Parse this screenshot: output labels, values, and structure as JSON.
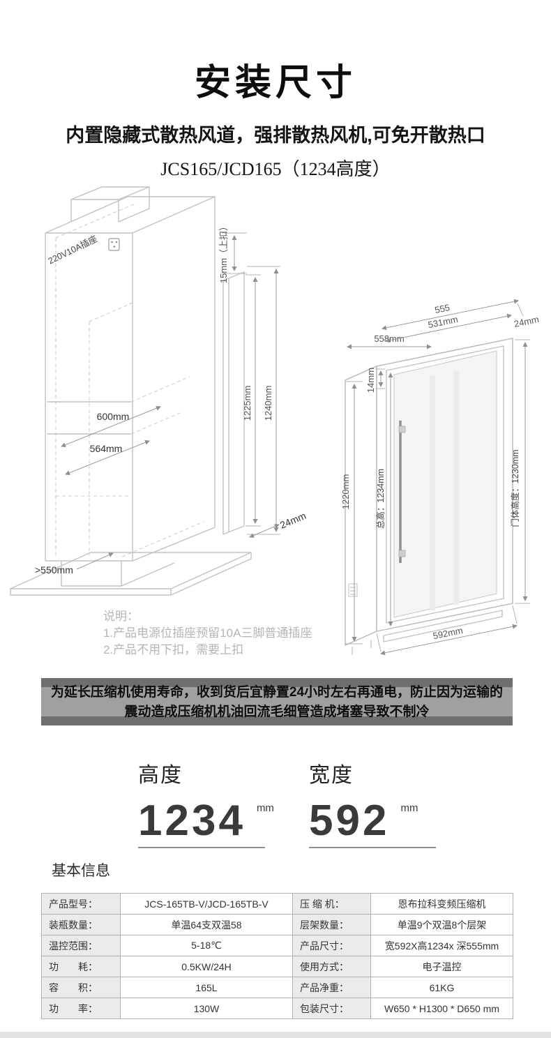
{
  "page": {
    "title": "安装尺寸",
    "subtitle": "内置隐藏式散热风道，强排散热风机,可免开散热口",
    "model_line": "JCS165/JCD165（1234高度）"
  },
  "diagram_left": {
    "socket_label": "220V10A插座",
    "dim_top": "15mm（上扣）",
    "dim_1225": "1225mm",
    "dim_1240": "1240mm",
    "dim_600": "600mm",
    "dim_564": "564mm",
    "dim_24": "24mm",
    "dim_floor": ">550mm"
  },
  "diagram_right": {
    "dim_555": "555",
    "dim_531": "531mm",
    "dim_558": "558mm",
    "dim_24": "24mm",
    "dim_14": "14mm",
    "dim_1220": "1220mm",
    "dim_total": "总高：1234mm",
    "dim_door": "门体高度：1230mm",
    "dim_592": "592mm"
  },
  "notes": {
    "heading": "说明：",
    "line1": "1.产品电源位插座预留10A三脚普通插座",
    "line2": "2.产品不用下扣，需要上扣"
  },
  "warning": {
    "line1": "为延长压缩机使用寿命，收到货后宜静置24小时左右再通电，防止因为运输的",
    "line2": "震动造成压缩机机油回流毛细管造成堵塞导致不制冷"
  },
  "dimensions": {
    "height_label": "高度",
    "height_value": "1234",
    "height_unit": "mm",
    "width_label": "宽度",
    "width_value": "592",
    "width_unit": "mm"
  },
  "basic_info": {
    "heading": "基本信息",
    "rows": [
      {
        "label1": "产品型号：",
        "value1": "JCS-165TB-V/JCD-165TB-V",
        "label2": "压 缩 机：",
        "value2": "恩布拉科变频压缩机"
      },
      {
        "label1": "装瓶数量：",
        "value1": "单温64支双温58",
        "label2": "层架数量：",
        "value2": "单温9个双温8个层架"
      },
      {
        "label1": "温控范围：",
        "value1": "5-18℃",
        "label2": "产品尺寸：",
        "value2": "宽592X高1234x 深555mm"
      },
      {
        "label1": "功　　耗：",
        "value1": "0.5KW/24H",
        "label2": "使用方式：",
        "value2": "电子温控"
      },
      {
        "label1": "容　　积：",
        "value1": "165L",
        "label2": "产品净重：",
        "value2": "61KG"
      },
      {
        "label1": "功　　率：",
        "value1": "130W",
        "label2": "包装尺寸：",
        "value2": "W650 * H1300 * D650 mm"
      }
    ]
  }
}
